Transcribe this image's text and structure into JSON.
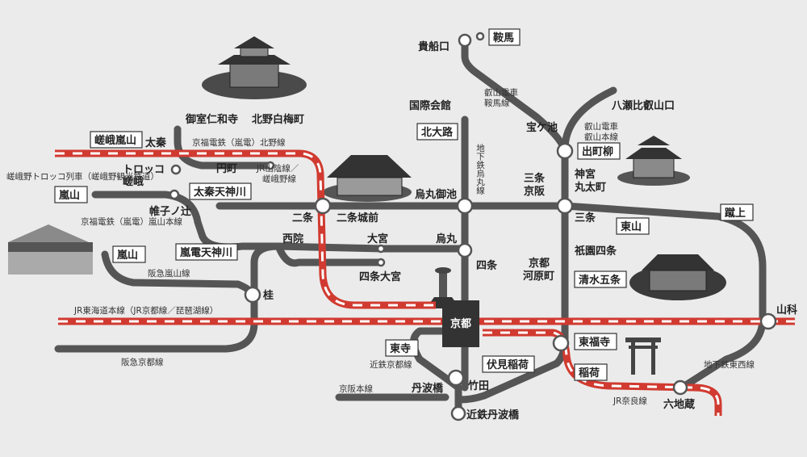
{
  "stations": {
    "kuramaguchi": "貴船口",
    "kurama": "鞍馬",
    "kokusaikaikan": "国際会館",
    "kitaoji": "北大路",
    "takaragaike": "宝ケ池",
    "yase": "八瀬比叡山口",
    "demachiyanagi": "出町柳",
    "omuro": "御室仁和寺",
    "kitano": "北野白梅町",
    "sagaarashiyama": "嵯峨嵐山",
    "uzumasa": "太秦",
    "torokko": "トロッコ",
    "torokko2": "嵯峨",
    "enmachi": "円町",
    "arashiyama1": "嵐山",
    "katabiranotsuji": "帷子ノ辻",
    "uzumasatenjin": "太秦天神川",
    "randentenjin": "嵐電天神川",
    "nijo": "二条",
    "nijojomae": "二条城前",
    "karasumaoike": "烏丸御池",
    "sanjokeihan1": "三条",
    "sanjokeihan2": "京阪",
    "jingu1": "神宮",
    "jingu2": "丸太町",
    "sanjo": "三条",
    "higashiyama": "東山",
    "keage": "蹴上",
    "saiin": "西院",
    "omiya": "大宮",
    "karasuma": "烏丸",
    "shijoomiya": "四条大宮",
    "shijo": "四条",
    "kawaramachi1": "京都",
    "kawaramachi2": "河原町",
    "gionshijo": "祇園四条",
    "kiyomizu": "清水五条",
    "arashiyama2": "嵐山",
    "katsura": "桂",
    "kyoto": "京都",
    "yamashina": "山科",
    "toji": "東寺",
    "tofukuji": "東福寺",
    "fushimiinari": "伏見稲荷",
    "inari": "稲荷",
    "tanbabashi": "丹波橋",
    "takeda": "竹田",
    "rokujizo": "六地蔵",
    "kintetsutanbabashi": "近鉄丹波橋"
  },
  "lines": {
    "eizan_kurama1": "叡山電車",
    "eizan_kurama2": "鞍馬線",
    "eizan_main1": "叡山電車",
    "eizan_main2": "叡山本線",
    "karasuma_subway": "地下鉄烏丸線",
    "randen_kitano": "京福電鉄（嵐電）北野線",
    "jr_sagano1": "JR山陰線／",
    "jr_sagano2": "嵯峨野線",
    "torokko_line": "嵯峨野トロッコ列車（嵯峨野観光鉄道）",
    "randen_arashiyama": "京福電鉄（嵐電）嵐山本線",
    "hankyu_arashiyama": "阪急嵐山線",
    "jr_tokaido": "JR東海道本線（JR京都線／琵琶湖線）",
    "hankyu_kyoto": "阪急京都線",
    "kintetsu_kyoto": "近鉄京都線",
    "keihan_main": "京阪本線",
    "jr_nara": "JR奈良線",
    "tozai_subway": "地下鉄東西線"
  }
}
